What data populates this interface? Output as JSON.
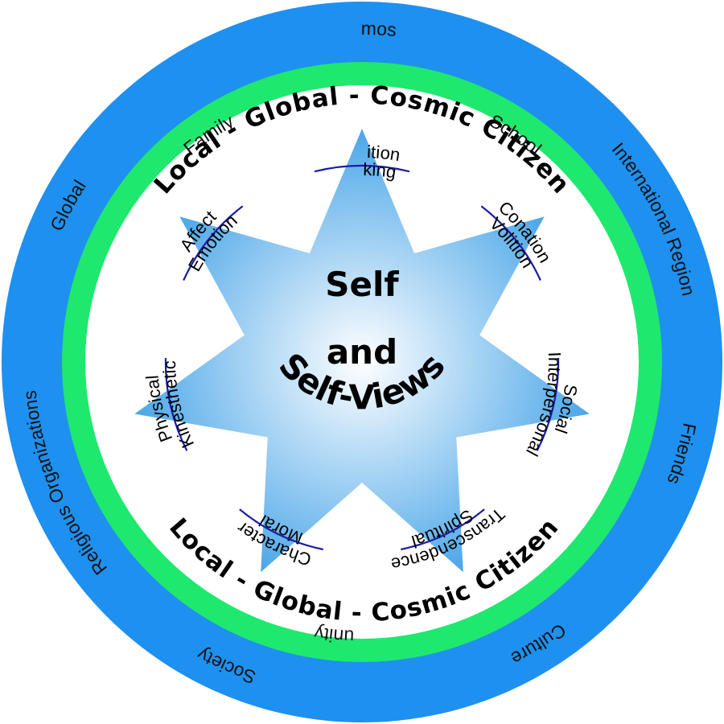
{
  "outer_ring": {
    "labels": [
      "Cosmos",
      "International Region",
      "Religious Organizations",
      "Society",
      "Culture",
      "Friends",
      "Global"
    ]
  },
  "middle_ring": {
    "labels": [
      "School",
      "Community",
      "Family"
    ]
  },
  "motto": {
    "top": "Local - Global - Cosmic  Citizen",
    "bottom": "Local - Global - Cosmic  Citizen"
  },
  "center": {
    "line1": "Self",
    "line2": "and",
    "line3": "Self-Views"
  },
  "facets": [
    {
      "outer": "Cognition",
      "inner": "Thinking"
    },
    {
      "outer": "Conation",
      "inner": "Volition"
    },
    {
      "outer": "Social",
      "inner": "Interpersonal"
    },
    {
      "outer": "Moral",
      "inner": "Character"
    },
    {
      "outer": "Spiritual",
      "inner": "Transcendence"
    },
    {
      "outer": "Physical",
      "inner": "Kinesthetic"
    },
    {
      "outer": "Affect",
      "inner": "Emotion"
    }
  ],
  "colors": {
    "outer_ring": "#1e90f0",
    "middle_ring": "#1fe86e",
    "star_center": "#ffffff",
    "star_edge": "#4aa6e8",
    "facet_arc": "#1b1ba8"
  }
}
